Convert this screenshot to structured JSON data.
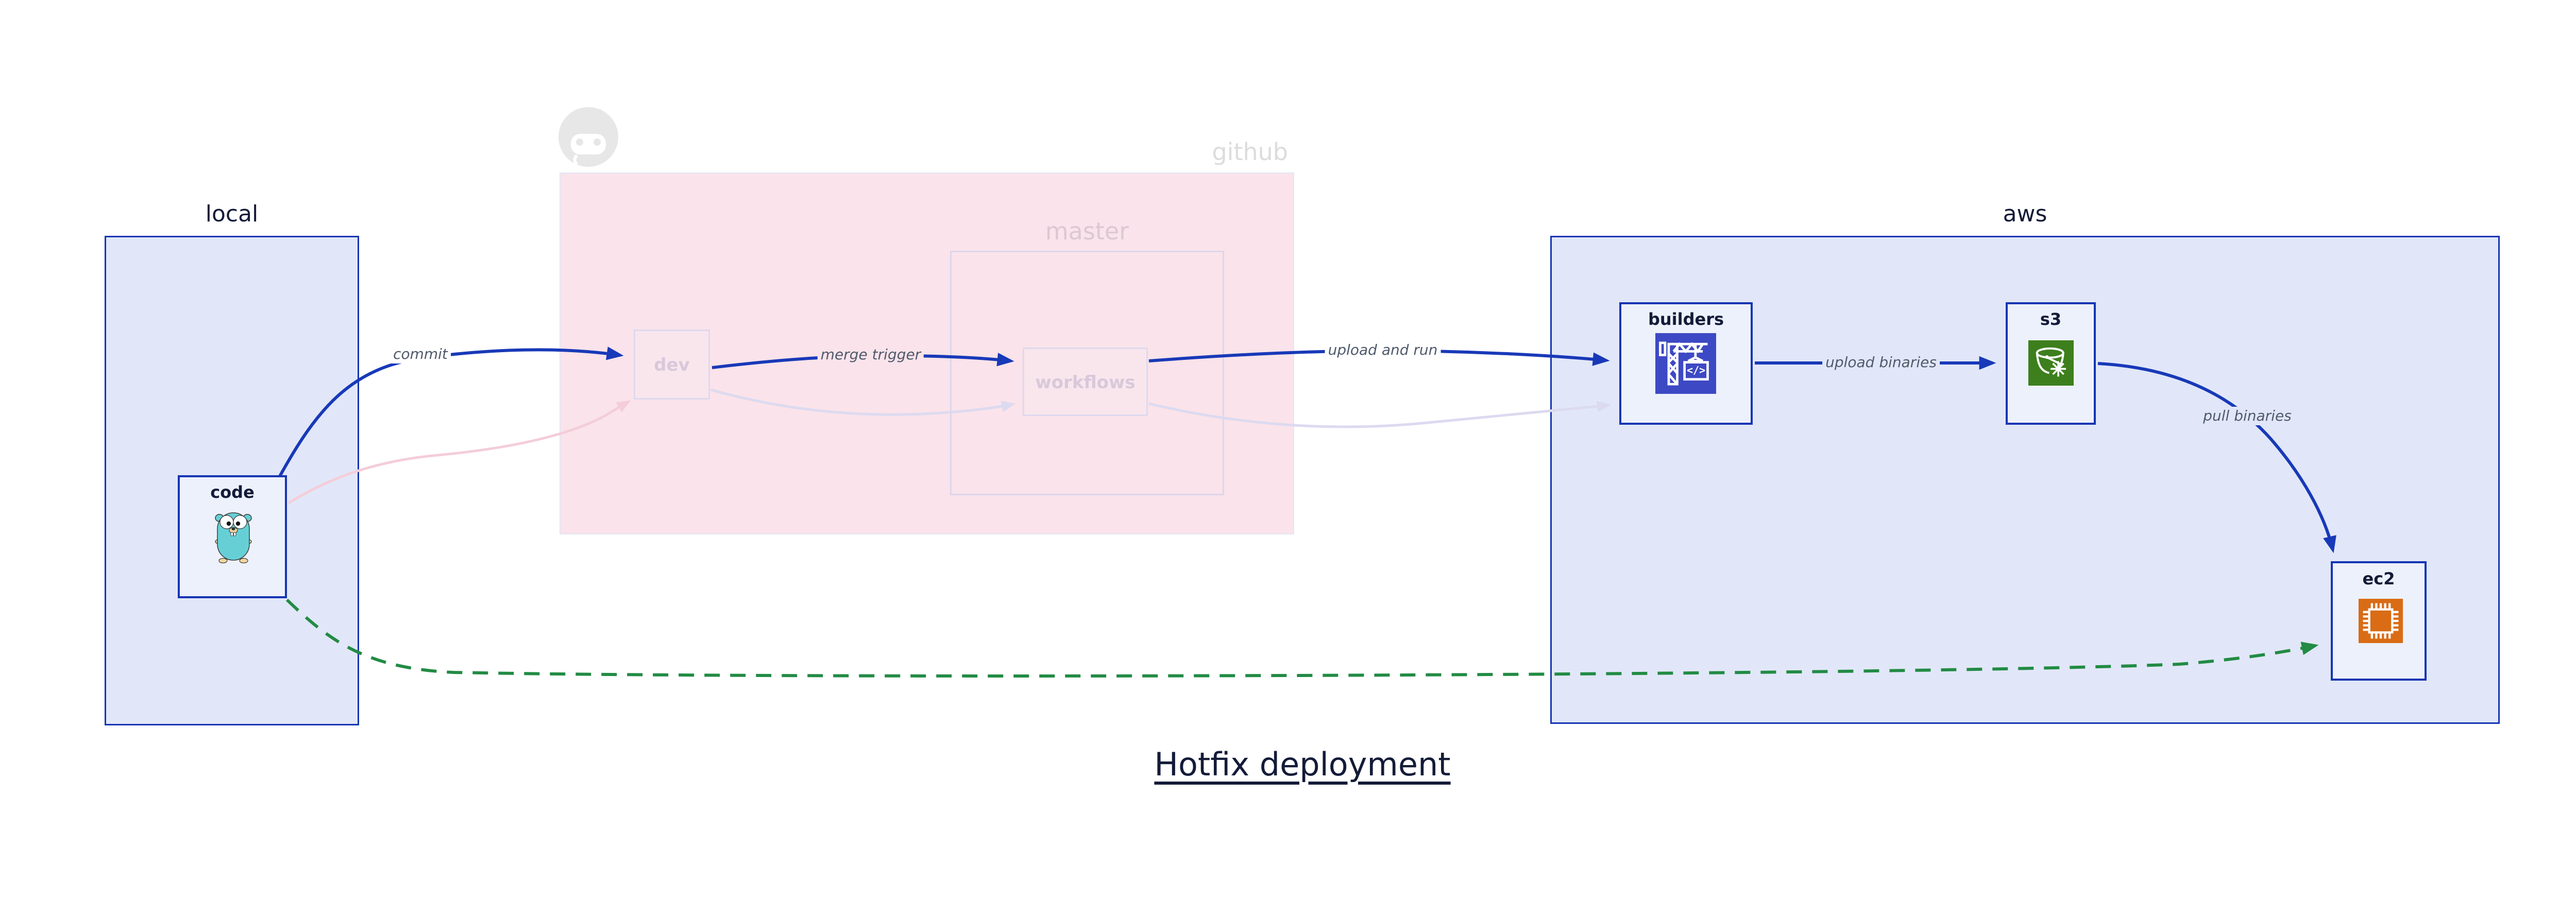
{
  "title": {
    "text": "Hotfix deployment"
  },
  "containers": {
    "local": {
      "label": "local"
    },
    "github": {
      "label": "github",
      "branch_master_label": "master"
    },
    "aws": {
      "label": "aws"
    }
  },
  "nodes": {
    "code": {
      "label": "code",
      "icon": "go-gopher-icon"
    },
    "dev": {
      "label": "dev"
    },
    "workflows": {
      "label": "workflows"
    },
    "builders": {
      "label": "builders",
      "icon": "codebuild-crane-icon",
      "icon_code_text": "</>"
    },
    "s3": {
      "label": "s3",
      "icon": "s3-glacier-bucket-icon"
    },
    "ec2": {
      "label": "ec2",
      "icon": "ec2-chip-icon"
    }
  },
  "edges": {
    "commit": {
      "label": "commit",
      "from": "code",
      "to": "dev",
      "style": "solid-blue"
    },
    "merge_trigger": {
      "label": "merge trigger",
      "from": "dev",
      "to": "workflows",
      "style": "solid-blue"
    },
    "upload_and_run": {
      "label": "upload and run",
      "from": "workflows",
      "to": "builders",
      "style": "solid-blue"
    },
    "upload_binaries": {
      "label": "upload binaries",
      "from": "builders",
      "to": "s3",
      "style": "solid-blue"
    },
    "pull_binaries": {
      "label": "pull binaries",
      "from": "s3",
      "to": "ec2",
      "style": "solid-blue"
    },
    "hotfix_path": {
      "label": "",
      "from": "code",
      "to": "ec2",
      "style": "dashed-green"
    },
    "faded_commit": {
      "label": "",
      "from": "code",
      "to": "dev",
      "style": "faded-pink"
    },
    "faded_merge": {
      "label": "",
      "from": "dev",
      "to": "workflows",
      "style": "faded-lavender"
    },
    "faded_upload": {
      "label": "",
      "from": "workflows",
      "to": "builders",
      "style": "faded-lavender"
    }
  },
  "colors": {
    "accent_blue": "#1839b8",
    "box_border_blue": "#1535b3",
    "container_fill_blue": "#e1e7f8",
    "node_fill": "#edf1fc",
    "github_pink_fill": "#fae3ea",
    "faded_pink_edge": "#f4cdd9",
    "faded_lavender_edge": "#dcdaf0",
    "hotfix_green": "#228b44",
    "dark_text": "#131b38",
    "edge_label_gray": "#4f5a6b",
    "faded_label": "#d8c8da",
    "github_gray": "#dcdcdc",
    "builders_icon_bg": "#3d49c4",
    "s3_icon_bg": "#3d7f1d",
    "ec2_icon_bg": "#d96c15",
    "gopher_teal": "#66cfd6"
  }
}
